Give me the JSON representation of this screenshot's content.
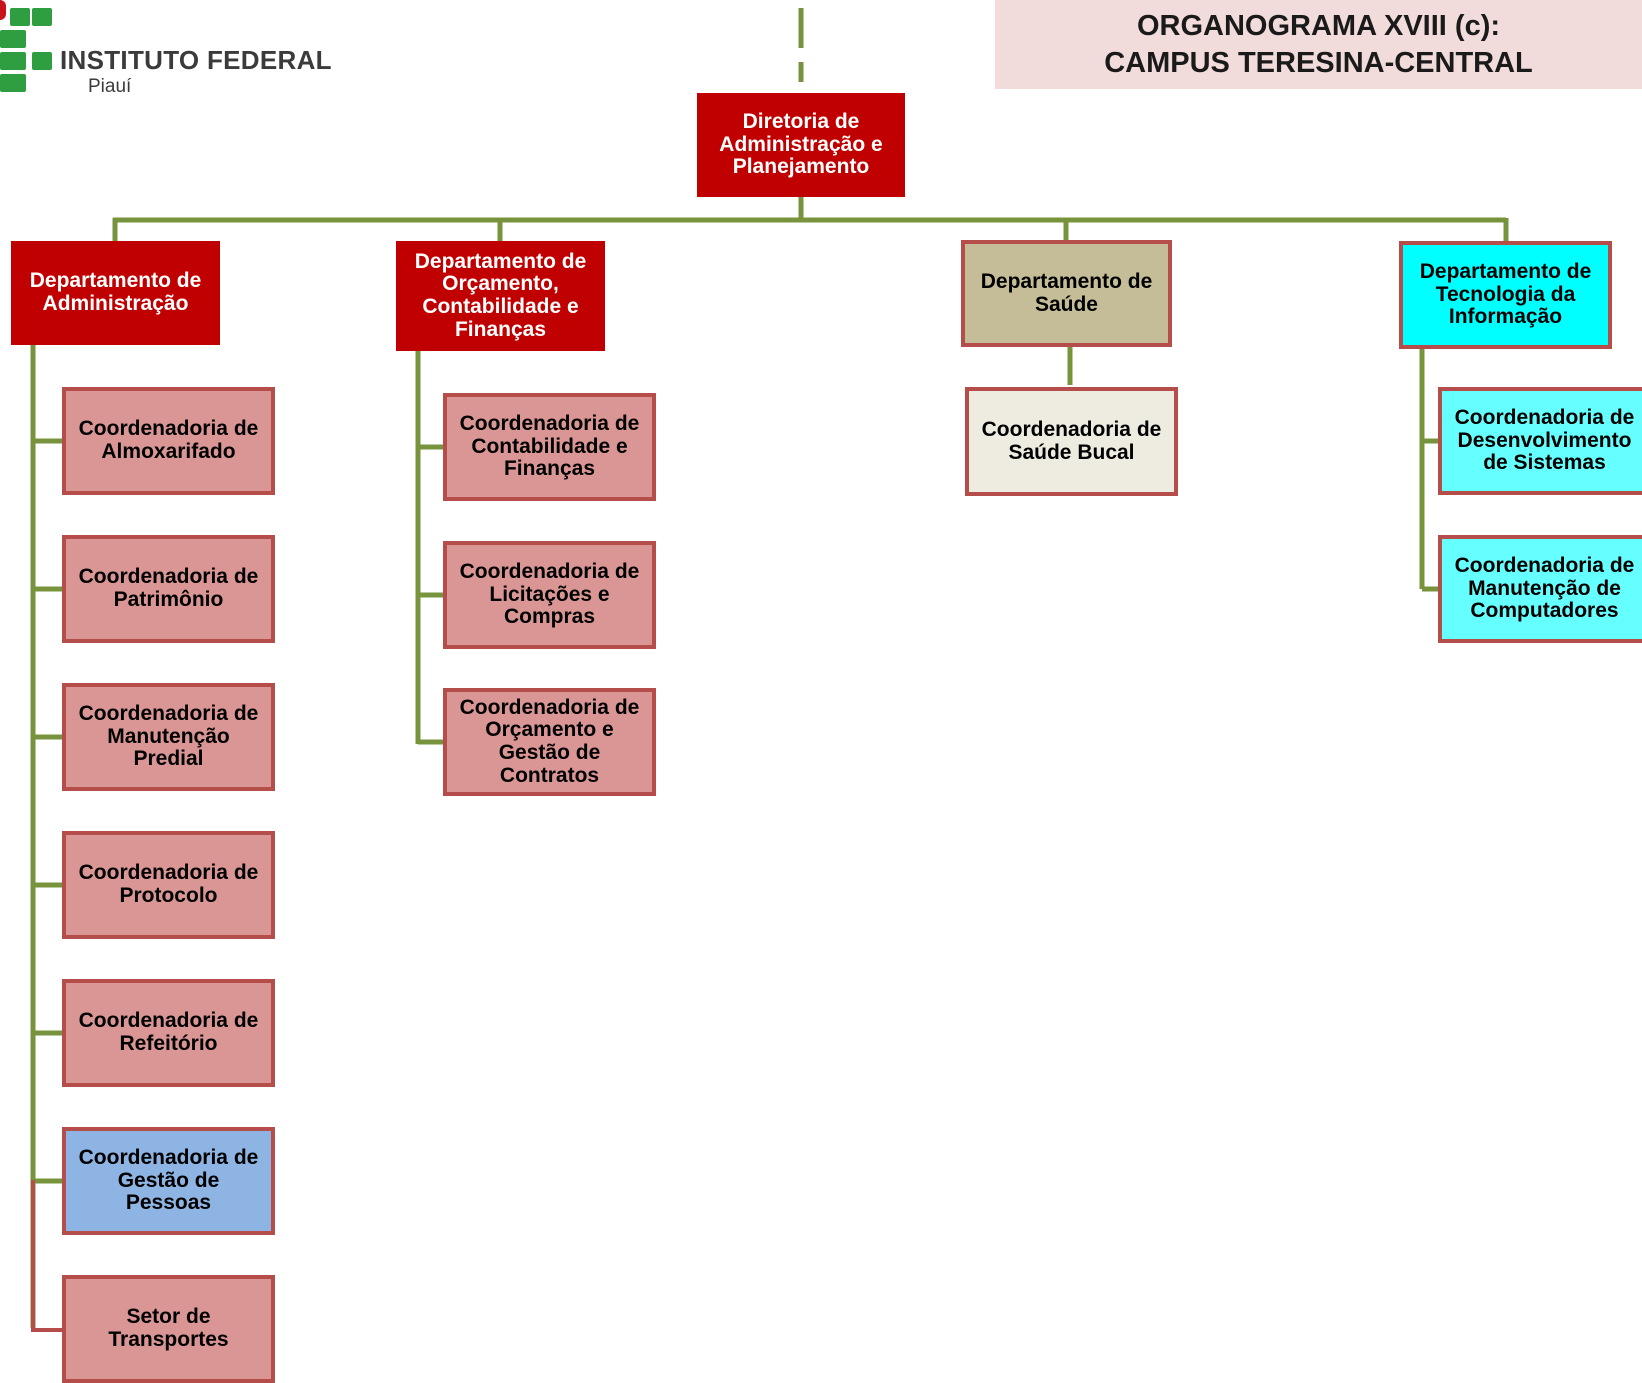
{
  "header": {
    "title_line1": "ORGANOGRAMA XVIII (c):",
    "title_line2": "CAMPUS TERESINA-CENTRAL"
  },
  "logo": {
    "name": "INSTITUTO FEDERAL",
    "subtitle": "Piauí"
  },
  "colors": {
    "connector": "#77933c",
    "dept_red": "#c00000",
    "coord_pink": "#da9694",
    "coord_blue": "#8eb4e3",
    "dept_tan": "#c4bd97",
    "coord_cream": "#eeece1",
    "dept_cyan": "#00ffff",
    "coord_cyan": "#66ffff",
    "border": "#b54d4b",
    "title_panel": "#f2dcdb",
    "logo_green": "#2f9e41"
  },
  "org": {
    "root": "Diretoria de\nAdministração e\nPlanejamento",
    "departments": [
      {
        "name": "Departamento de\nAdministração",
        "units": [
          "Coordenadoria de\nAlmoxarifado",
          "Coordenadoria de\nPatrimônio",
          "Coordenadoria de\nManutenção\nPredial",
          "Coordenadoria de\nProtocolo",
          "Coordenadoria de\nRefeitório",
          "Coordenadoria de\nGestão de\nPessoas",
          "Setor de\nTransportes"
        ]
      },
      {
        "name": "Departamento de\nOrçamento,\nContabilidade e\nFinanças",
        "units": [
          "Coordenadoria de\nContabilidade e\nFinanças",
          "Coordenadoria de\nLicitações e\nCompras",
          "Coordenadoria de\nOrçamento e\nGestão de\nContratos"
        ]
      },
      {
        "name": "Departamento de\nSaúde",
        "units": [
          "Coordenadoria de\nSaúde Bucal"
        ]
      },
      {
        "name": "Departamento de\nTecnologia da\nInformação",
        "units": [
          "Coordenadoria de\nDesenvolvimento\nde Sistemas",
          "Coordenadoria de\nManutenção de\nComputadores"
        ]
      }
    ]
  }
}
